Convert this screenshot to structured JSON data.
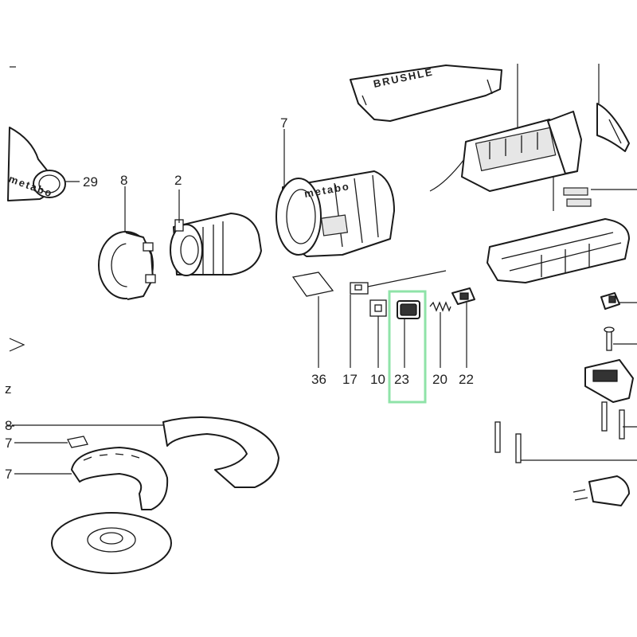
{
  "labels": {
    "p29": "29",
    "p8_top": "8",
    "p2": "2",
    "p7_top": "7",
    "p36": "36",
    "p17": "17",
    "p10": "10",
    "p23": "23",
    "p20": "20",
    "p22": "22",
    "p8_left": "8",
    "p7_left_a": "7",
    "p7_left_b": "7",
    "z_left": "z"
  },
  "brand_text": "BRUSHLE",
  "highlight": {
    "part": "23",
    "color": "#8fe3a8"
  }
}
